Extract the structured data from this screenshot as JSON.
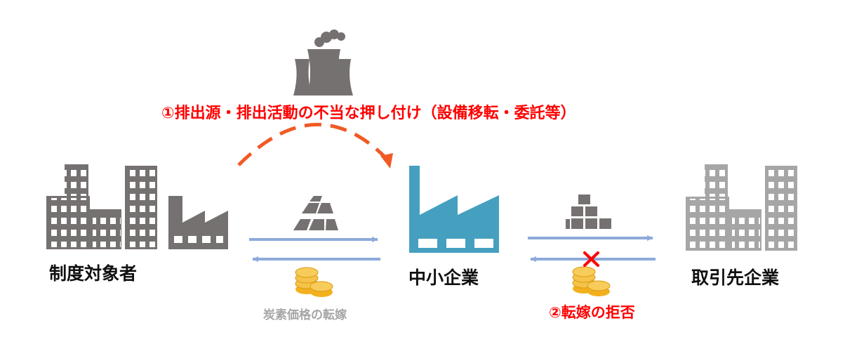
{
  "labels": {
    "regulated_entity": "制度対象者",
    "sme": "中小企業",
    "business_partner": "取引先企業",
    "forced_transfer": "①排出源・排出活動の不当な押し付け（設備移転・委託等）",
    "carbon_price_pass": "炭素価格の転嫁",
    "pass_refusal": "②転嫁の拒否"
  },
  "colors": {
    "building_dark": "#767171",
    "building_light": "#a6a6a6",
    "factory_blue": "#45a0c0",
    "arrow_blue": "#8eaadb",
    "dashed_arrow": "#f15a24",
    "warning_red": "#ff0000",
    "coin_gold": "#f2b01e"
  },
  "icons": [
    "office-buildings-icon",
    "factory-icon",
    "power-plant-icon",
    "ingot-stack-icon",
    "box-stack-icon",
    "coin-stack-icon",
    "cross-mark-icon"
  ]
}
